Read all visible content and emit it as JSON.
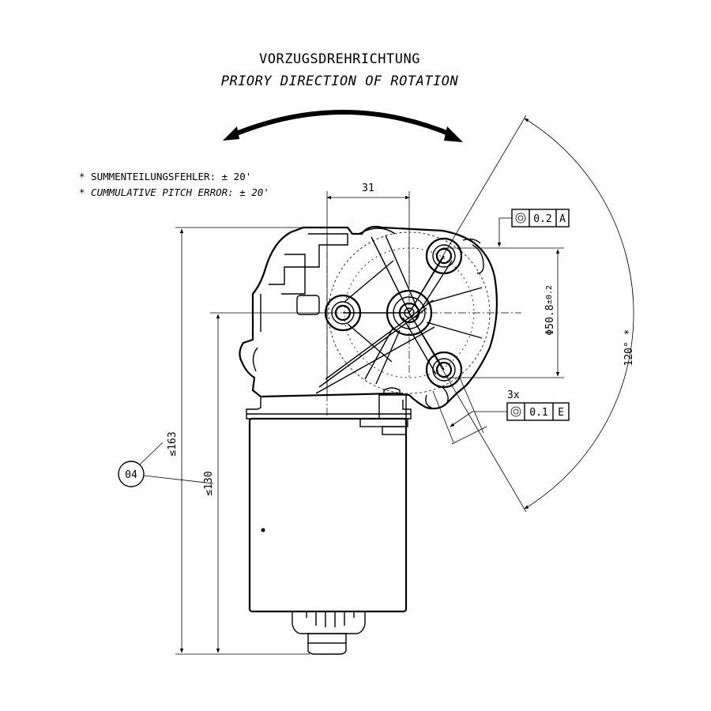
{
  "header": {
    "title_de": "VORZUGSDREHRICHTUNG",
    "title_en": "PRIORY DIRECTION OF ROTATION"
  },
  "notes": {
    "line_de": "* SUMMENTEILUNGSFEHLER: ± 20'",
    "line_en": "* CUMMULATIVE PITCH ERROR: ± 20'"
  },
  "dimensions": {
    "offset": "31",
    "diameter_value": "Φ50.8",
    "diameter_tolerance": "±0.2",
    "angle": "120° *",
    "overall_height": "≤163",
    "motor_height": "≤130",
    "count_prefix": "3x"
  },
  "tolerances": [
    {
      "symbol": "concentricity",
      "value": "0.2",
      "datum": "A"
    },
    {
      "symbol": "concentricity",
      "value": "0.1",
      "datum": "E"
    }
  ],
  "balloon": {
    "label": "04"
  }
}
